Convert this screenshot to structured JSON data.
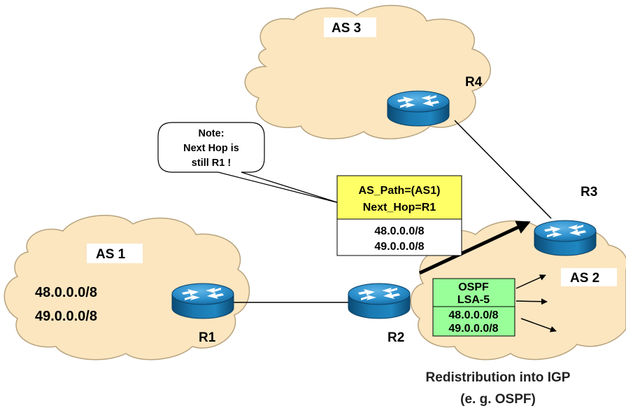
{
  "as_clouds": {
    "as1": {
      "label": "AS 1",
      "prefixes": [
        "48.0.0.0/8",
        "49.0.0.0/8"
      ]
    },
    "as2": {
      "label": "AS 2"
    },
    "as3": {
      "label": "AS 3"
    }
  },
  "routers": {
    "r1": "R1",
    "r2": "R2",
    "r3": "R3",
    "r4": "R4"
  },
  "note": {
    "lines": [
      "Note:",
      "Next Hop is",
      "still R1 !"
    ]
  },
  "bgp_update": {
    "attributes": [
      "AS_Path=(AS1)",
      "Next_Hop=R1"
    ],
    "prefixes": [
      "48.0.0.0/8",
      "49.0.0.0/8"
    ]
  },
  "ospf_lsa": {
    "header": [
      "OSPF",
      "LSA-5"
    ],
    "prefixes": [
      "48.0.0.0/8",
      "49.0.0.0/8"
    ]
  },
  "caption": {
    "lines": [
      "Redistribution into IGP",
      "(e. g. OSPF)"
    ]
  },
  "colors": {
    "cloud_fill": "#fbe6c0",
    "cloud_stroke": "#b7a37e",
    "router_blue": "#1f7fb6",
    "router_dark": "#0d4f7a",
    "bgp_header_fill": "#ffff66",
    "ospf_fill": "#99ff99",
    "label_bg": "#ffffff"
  }
}
